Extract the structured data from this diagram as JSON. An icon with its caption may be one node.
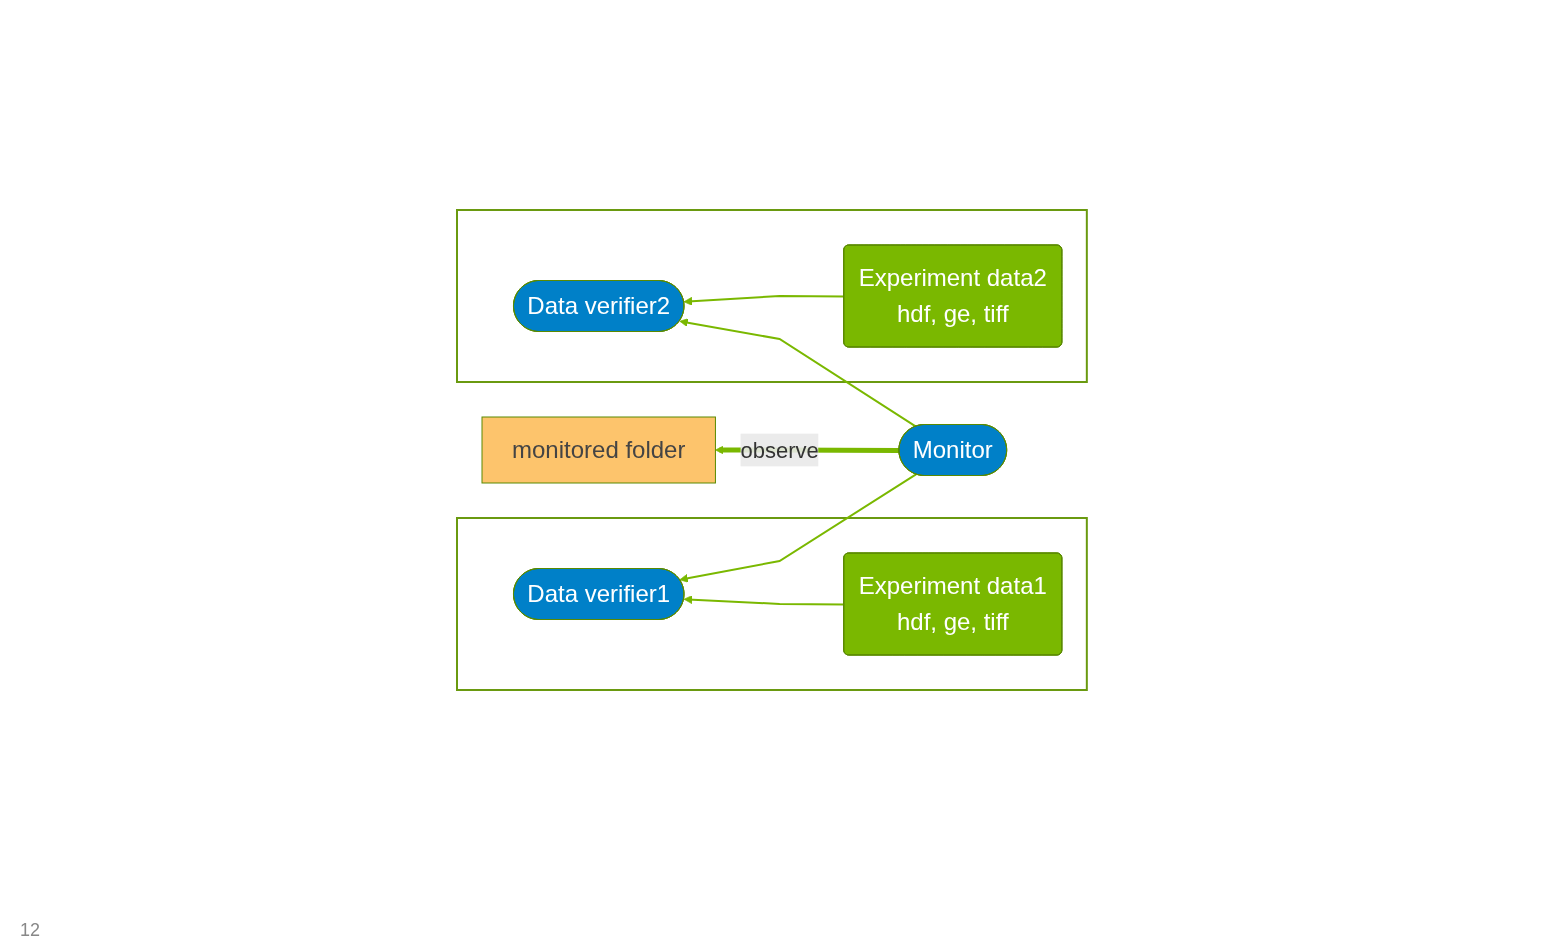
{
  "diagram": {
    "nodes": [
      {
        "text": [],
        "shape": "box"
      },
      {
        "text": [
          "Data verifier1"
        ],
        "in": 0
      },
      {
        "text": [
          "Experiment data1",
          "hdf, ge, tiff"
        ],
        "in": 0
      },
      {
        "text": [],
        "shape": "box"
      },
      {
        "text": [
          "Data verifier2"
        ],
        "in": 3
      },
      {
        "text": [
          "Experiment data2",
          "hdf, ge, tiff"
        ],
        "in": 3
      },
      {
        "text": [
          "Monitor"
        ]
      },
      {
        "text": [
          "monitored folder"
        ]
      }
    ],
    "edges": [
      {
        "from": 2,
        "to": 1,
        "arrow": "to"
      },
      {
        "from": 5,
        "to": 4,
        "arrow": "to"
      },
      {
        "from": 6,
        "to": 1,
        "arrow": "to"
      },
      {
        "from": 6,
        "to": 4,
        "arrow": "to"
      },
      {
        "from": 6,
        "to": 7,
        "label": "observe",
        "arrow": "to",
        "style": "thick"
      }
    ],
    "labels": [
      "12"
    ]
  }
}
